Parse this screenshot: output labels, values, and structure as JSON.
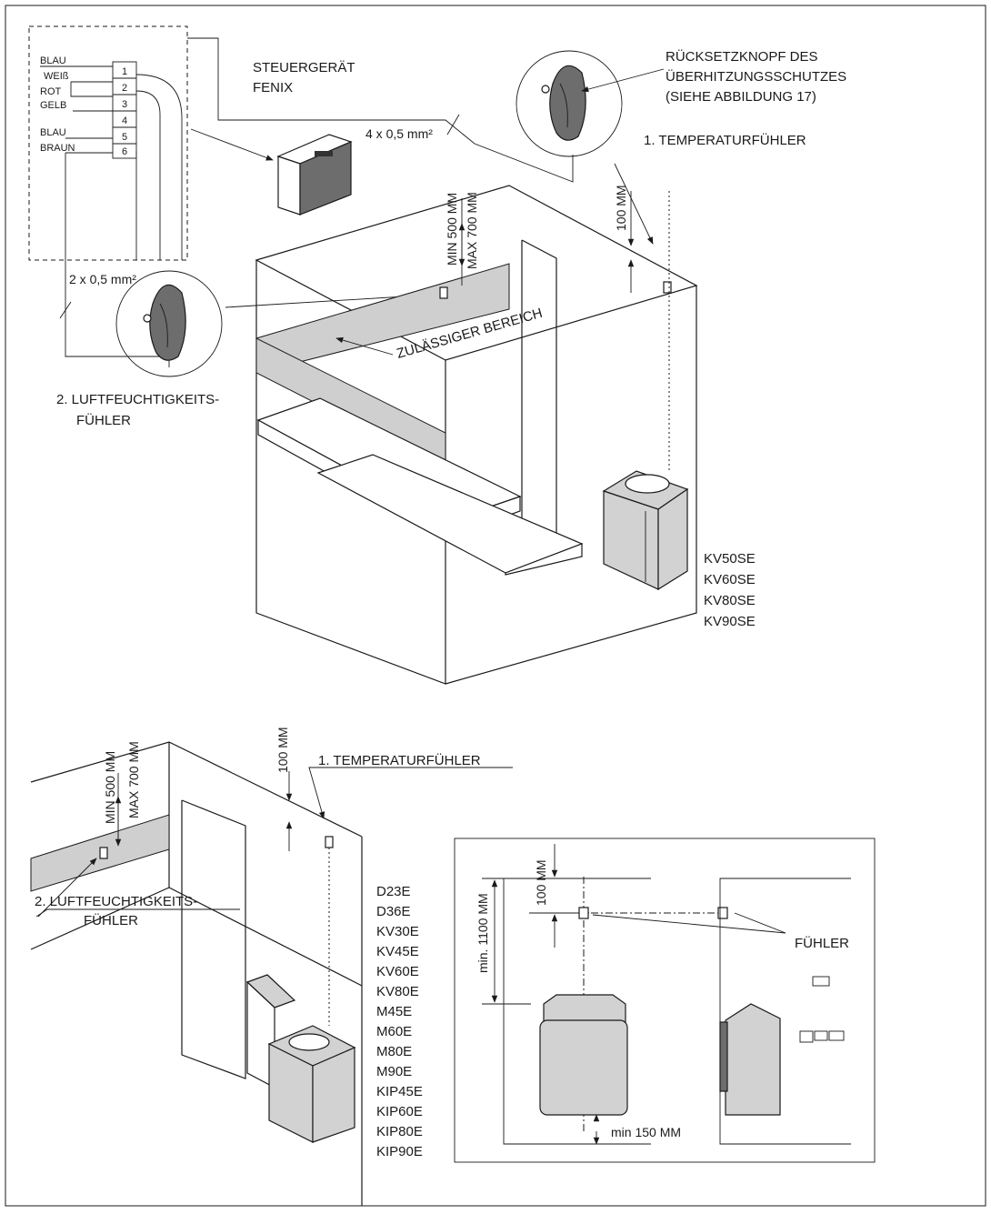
{
  "top_diagram": {
    "wires": [
      {
        "color": "BLAU",
        "terminal": "1"
      },
      {
        "color": "WEIß",
        "terminal": "2"
      },
      {
        "color": "ROT",
        "terminal": "3"
      },
      {
        "color": "GELB",
        "terminal": "4"
      },
      {
        "color": "BLAU",
        "terminal": "5"
      },
      {
        "color": "BRAUN",
        "terminal": "6"
      }
    ],
    "control_unit_label": [
      "STEUERGERÄT",
      "FENIX"
    ],
    "cable_4": "4 x 0,5 mm²",
    "cable_2": "2 x 0,5 mm²",
    "reset_label": [
      "RÜCKSETZKNOPF DES",
      "ÜBERHITZUNGSSCHUTZES",
      "(SIEHE ABBILDUNG 17)"
    ],
    "temp_sensor": "1. TEMPERATURFÜHLER",
    "humidity_sensor": [
      "2. LUFTFEUCHTIGKEITS-",
      "FÜHLER"
    ],
    "min_dim": "MIN 500 MM",
    "max_dim": "MAX 700 MM",
    "dim_100": "100 MM",
    "zone_label": "ZULÄSSIGER BEREICH",
    "models": [
      "KV50SE",
      "KV60SE",
      "KV80SE",
      "KV90SE"
    ]
  },
  "bottom_left": {
    "min_dim": "MIN 500 MM",
    "max_dim": "MAX 700 MM",
    "dim_100": "100 MM",
    "temp_sensor": "1. TEMPERATURFÜHLER",
    "humidity_sensor": [
      "2. LUFTFEUCHTIGKEITS-",
      "FÜHLER"
    ],
    "models": [
      "D23E",
      "D36E",
      "KV30E",
      "KV45E",
      "KV60E",
      "KV80E",
      "M45E",
      "M60E",
      "M80E",
      "M90E",
      "KIP45E",
      "KIP60E",
      "KIP80E",
      "KIP90E"
    ]
  },
  "bottom_right": {
    "dim_100": "100 MM",
    "dim_1100": "min. 1100 MM",
    "dim_150": "min 150 MM",
    "sensor_label": "FÜHLER"
  },
  "colors": {
    "ink": "#1a1a1a",
    "zone_fill": "#cfcfcf",
    "heater_fill": "#d2d2d2"
  }
}
